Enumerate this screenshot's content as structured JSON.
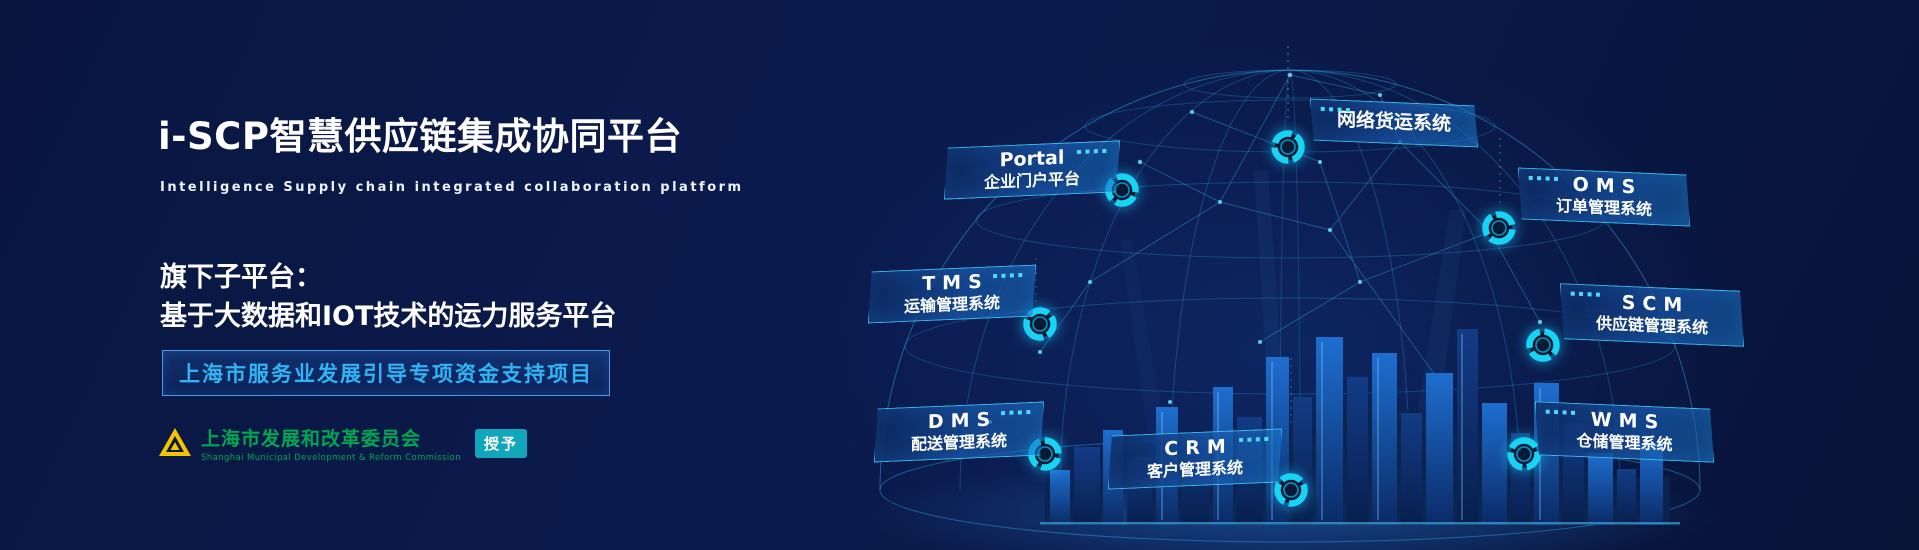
{
  "palette": {
    "background": "#0a1845",
    "accent_cyan": "#2fd6ff",
    "funding_text": "#2fb4f4",
    "org_green": "#00a651",
    "badge_teal": "#12a6bb",
    "logo_gold": "#f3c400"
  },
  "hero": {
    "title": "i-SCP智慧供应链集成协同平台",
    "subtitle": "Intelligence Supply chain integrated collaboration platform",
    "sub_platform_heading": "旗下子平台：",
    "sub_platform_desc": "基于大数据和IOT技术的运力服务平台",
    "funding_label": "上海市服务业发展引导专项资金支持项目"
  },
  "issuer": {
    "org_cn": "上海市发展和改革委员会",
    "org_en": "Shanghai Municipal Development & Reform Commission",
    "badge_label": "授予"
  },
  "decor": {
    "plaque_dots": "▪▪▪▪"
  },
  "systems": [
    {
      "name": "Portal",
      "label": "企业门户平台"
    },
    {
      "name": "网络货运系统",
      "label": ""
    },
    {
      "name": "OMS",
      "label": "订单管理系统"
    },
    {
      "name": "TMS",
      "label": "运输管理系统"
    },
    {
      "name": "SCM",
      "label": "供应链管理系统"
    },
    {
      "name": "DMS",
      "label": "配送管理系统"
    },
    {
      "name": "CRM",
      "label": "客户管理系统"
    },
    {
      "name": "WMS",
      "label": "仓储管理系统"
    }
  ]
}
